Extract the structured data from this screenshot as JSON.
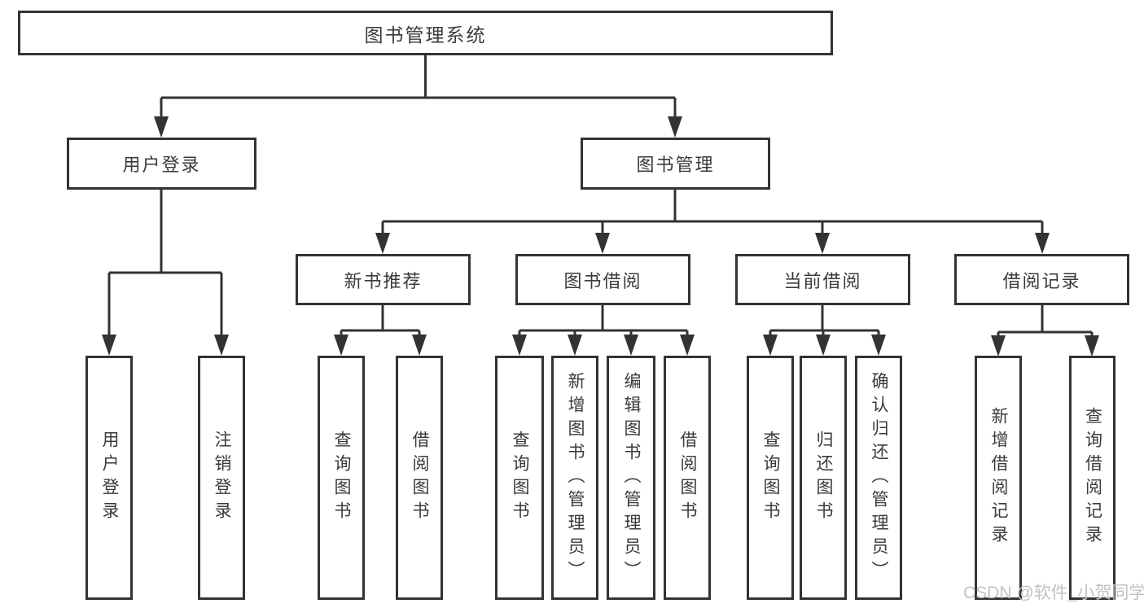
{
  "colors": {
    "line": "#333333",
    "text": "#3a3a3a",
    "watermark": "#c2c2c2",
    "background": "#ffffff"
  },
  "watermark": "CSDN @软件_小贺同学",
  "tree": {
    "root": "图书管理系统",
    "level2": [
      "用户登录",
      "图书管理"
    ],
    "level3": [
      "新书推荐",
      "图书借阅",
      "当前借阅",
      "借阅记录"
    ],
    "leaves": [
      "用户登录",
      "注销登录",
      "查询图书",
      "借阅图书",
      "查询图书",
      "新增图书（管理员）",
      "编辑图书（管理员）",
      "借阅图书",
      "查询图书",
      "归还图书",
      "确认归还（管理员）",
      "新增借阅记录",
      "查询借阅记录"
    ]
  }
}
